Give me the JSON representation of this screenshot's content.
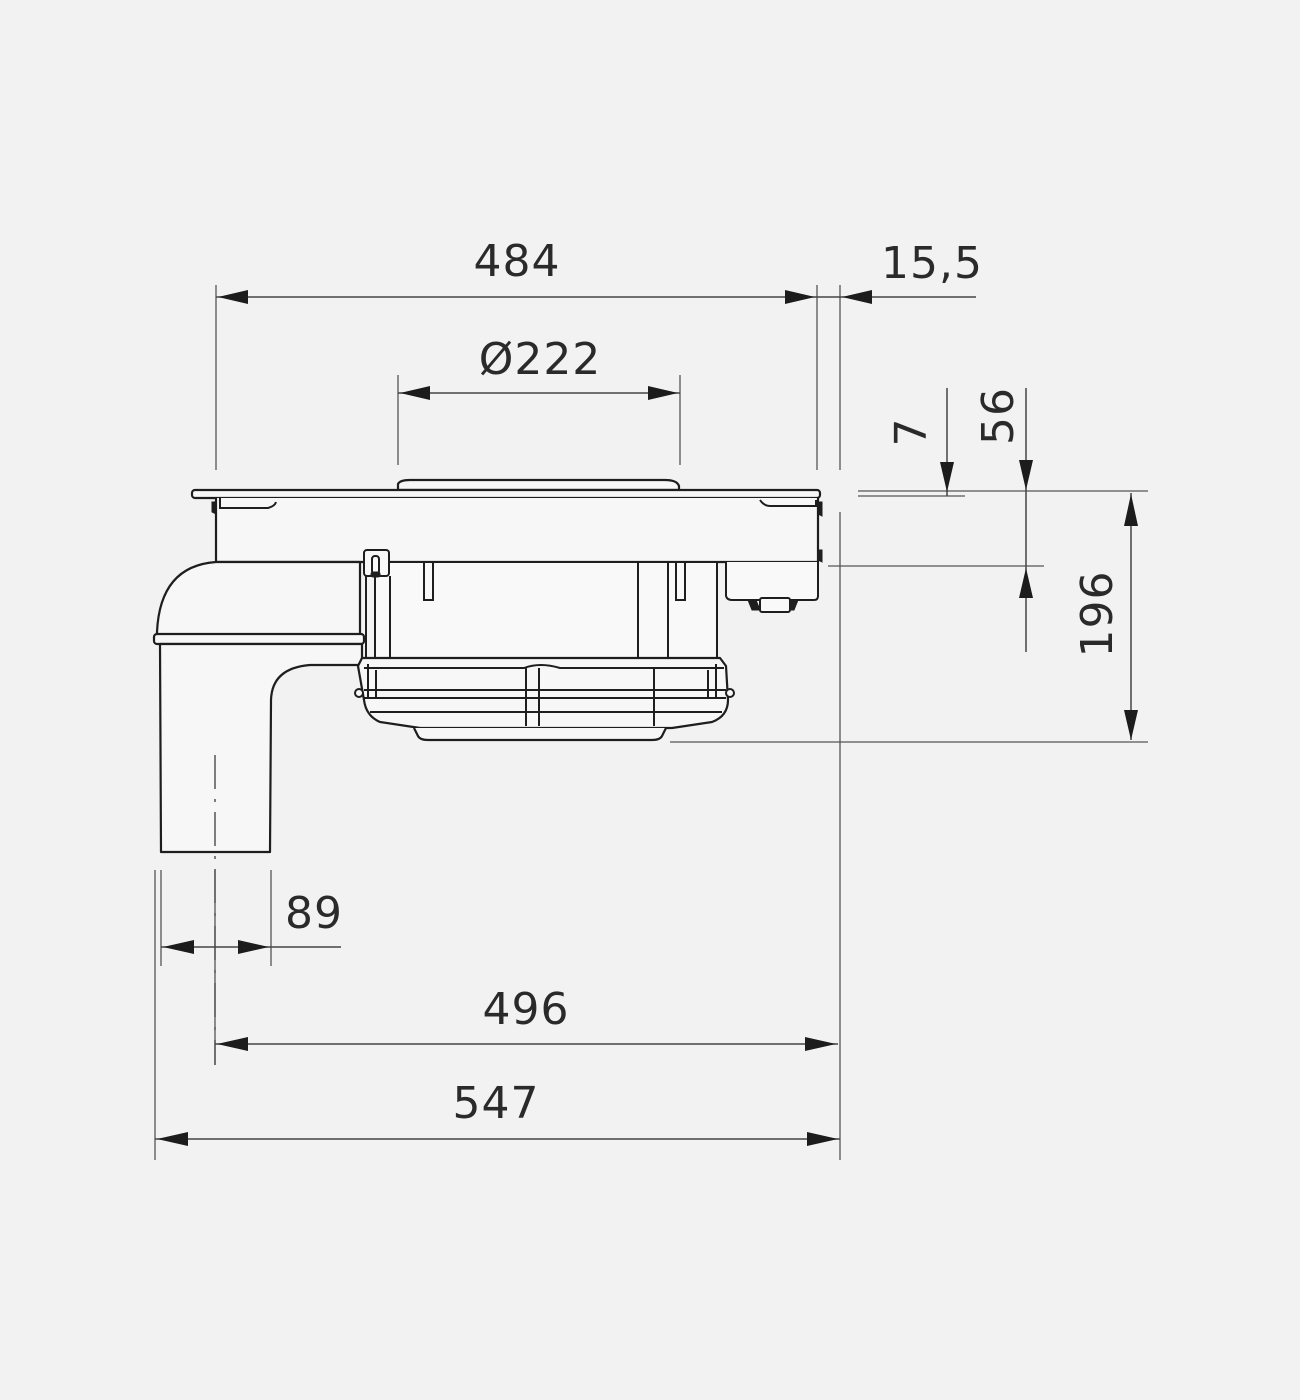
{
  "drawing": {
    "subject": "Downdraft extractor side view with dimensions",
    "units": "mm",
    "background": "#f2f2f2",
    "line_color": "#1e1e1e"
  },
  "dimensions": {
    "top_width": "484",
    "top_overhang": "15,5",
    "inlet_diameter": "Ø222",
    "glass_thickness": "7",
    "body_depth_upper": "56",
    "total_height": "196",
    "outlet_width": "89",
    "outlet_center_to_edge": "496",
    "overall_width": "547"
  }
}
